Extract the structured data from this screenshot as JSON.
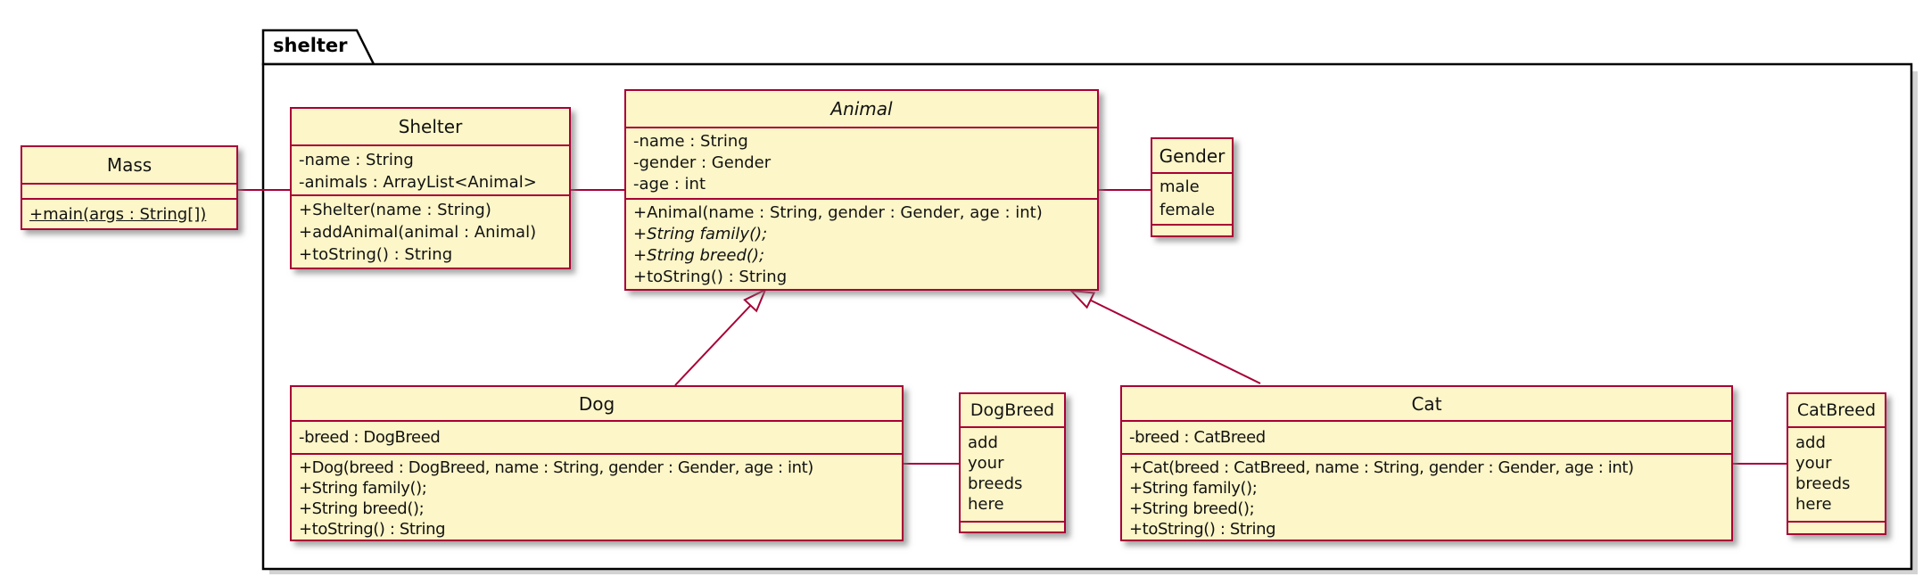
{
  "package": {
    "label": "shelter"
  },
  "colors": {
    "class_fill": "#FCF6C8",
    "class_border": "#A80036",
    "edge": "#A80036",
    "package_border": "#000000",
    "text": "#121212"
  },
  "classes": {
    "mass": {
      "title": "Mass",
      "attributes": [],
      "methods": [
        "+main(args : String[])"
      ]
    },
    "shelter": {
      "title": "Shelter",
      "attributes": [
        "-name : String",
        "-animals : ArrayList<Animal>"
      ],
      "methods": [
        "+Shelter(name : String)",
        "+addAnimal(animal : Animal)",
        "+toString() : String"
      ]
    },
    "animal": {
      "title": "Animal",
      "attributes": [
        "-name : String",
        "-gender : Gender",
        "-age : int"
      ],
      "methods": [
        "+Animal(name : String, gender : Gender, age : int)",
        "+String family();",
        "+String breed();",
        "+toString() : String"
      ]
    },
    "gender": {
      "title": "Gender",
      "values": [
        "male",
        "female"
      ]
    },
    "dog": {
      "title": "Dog",
      "attributes": [
        "-breed : DogBreed"
      ],
      "methods": [
        "+Dog(breed : DogBreed, name : String, gender : Gender, age : int)",
        "+String family();",
        "+String breed();",
        "+toString() : String"
      ]
    },
    "dogbreed": {
      "title": "DogBreed",
      "values": [
        "add",
        "your",
        "breeds",
        "here"
      ]
    },
    "cat": {
      "title": "Cat",
      "attributes": [
        "-breed : CatBreed"
      ],
      "methods": [
        "+Cat(breed : CatBreed, name : String, gender : Gender, age : int)",
        "+String family();",
        "+String breed();",
        "+toString() : String"
      ]
    },
    "catbreed": {
      "title": "CatBreed",
      "values": [
        "add",
        "your",
        "breeds",
        "here"
      ]
    }
  },
  "relationships": [
    {
      "from": "Mass",
      "to": "Shelter",
      "type": "association"
    },
    {
      "from": "Shelter",
      "to": "Animal",
      "type": "association"
    },
    {
      "from": "Animal",
      "to": "Gender",
      "type": "association"
    },
    {
      "from": "Dog",
      "to": "Animal",
      "type": "generalization"
    },
    {
      "from": "Cat",
      "to": "Animal",
      "type": "generalization"
    },
    {
      "from": "Dog",
      "to": "DogBreed",
      "type": "association"
    },
    {
      "from": "Cat",
      "to": "CatBreed",
      "type": "association"
    }
  ]
}
